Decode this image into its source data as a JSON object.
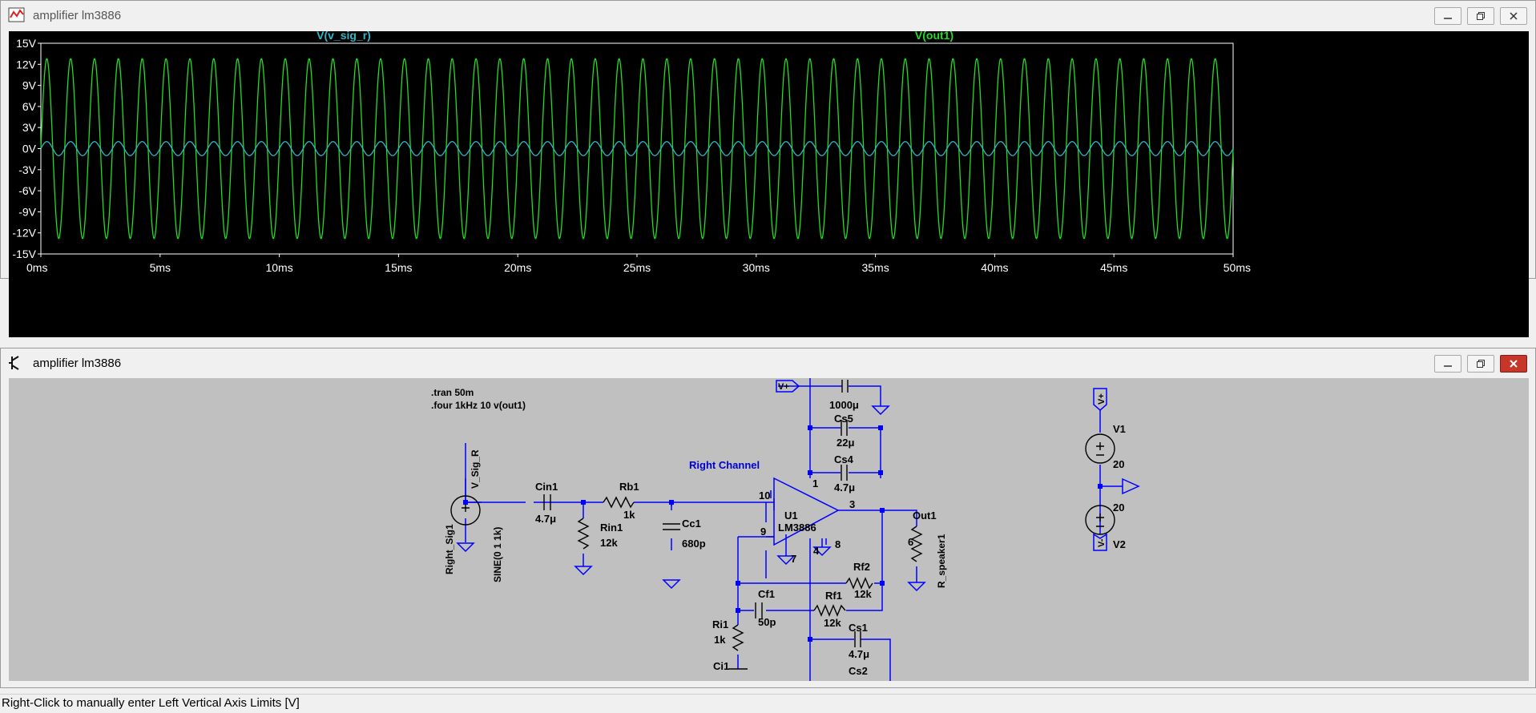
{
  "waveform_window": {
    "title": "amplifier lm3886",
    "trace_labels": [
      "V(v_sig_r)",
      "V(out1)"
    ],
    "trace_colors": {
      "v_sig_r": "#2fb7c9",
      "out1": "#22dd22"
    },
    "y_ticks": [
      "15V",
      "12V",
      "9V",
      "6V",
      "3V",
      "0V",
      "-3V",
      "-6V",
      "-9V",
      "-12V",
      "-15V"
    ],
    "x_ticks": [
      "0ms",
      "5ms",
      "10ms",
      "15ms",
      "20ms",
      "25ms",
      "30ms",
      "35ms",
      "40ms",
      "45ms",
      "50ms"
    ],
    "axis_color": "#ffffff",
    "background": "#000000"
  },
  "chart_data": {
    "type": "line",
    "title": "",
    "xlabel": "",
    "ylabel": "",
    "x_unit": "ms",
    "y_unit": "V",
    "xlim": [
      0,
      50
    ],
    "ylim": [
      -15,
      15
    ],
    "grid": false,
    "legend": "top",
    "series": [
      {
        "name": "V(v_sig_r)",
        "waveform": "sine",
        "frequency_khz": 1,
        "amplitude_v": 1,
        "offset_v": 0
      },
      {
        "name": "V(out1)",
        "waveform": "sine",
        "frequency_khz": 1,
        "amplitude_v": 12.8,
        "offset_v": 0
      }
    ]
  },
  "schematic_window": {
    "title": "amplifier lm3886",
    "directives": [
      ".tran 50m",
      ".four 1kHz 10 v(out1)"
    ],
    "channel_label": "Right Channel",
    "wire_color": "#0000ff",
    "text_color": "#000000",
    "labels": {
      "right_sig1": "Right_Sig1",
      "sine": "SINE(0 1 1k)",
      "v_sig_r": "V_Sig_R",
      "cin1": "Cin1",
      "cin1_val": "4.7μ",
      "rin1": "Rin1",
      "rin1_val": "12k",
      "rb1": "Rb1",
      "rb1_val": "1k",
      "cc1": "Cc1",
      "cc1_val": "680p",
      "u1": "U1",
      "lm3886": "LM3886",
      "pin10": "10",
      "pin1": "1",
      "pin9": "9",
      "pin3": "3",
      "pin4": "4",
      "pin7": "7",
      "pin8": "8",
      "pin6": "6",
      "out1": "Out1",
      "r_speaker1": "R_speaker1",
      "rf2": "Rf2",
      "rf2_val": "12k",
      "rf1": "Rf1",
      "rf1_val": "12k",
      "cf1": "Cf1",
      "cf1_val": "50p",
      "ri1": "Ri1",
      "ri1_val": "1k",
      "ci1": "Ci1",
      "cs1": "Cs1",
      "cs1_val": "4.7μ",
      "cs2": "Cs2",
      "cs4": "Cs4",
      "cs4_val": "4.7μ",
      "cs5": "Cs5",
      "cs5_val": "22μ",
      "c_top_val": "1000μ",
      "vplus": "V+",
      "vminus": "V-",
      "v1": "V1",
      "v1_val": "20",
      "v2": "V2",
      "v2_val": "20"
    }
  },
  "status_bar": {
    "text": "Right-Click to manually enter Left Vertical Axis Limits [V]"
  }
}
